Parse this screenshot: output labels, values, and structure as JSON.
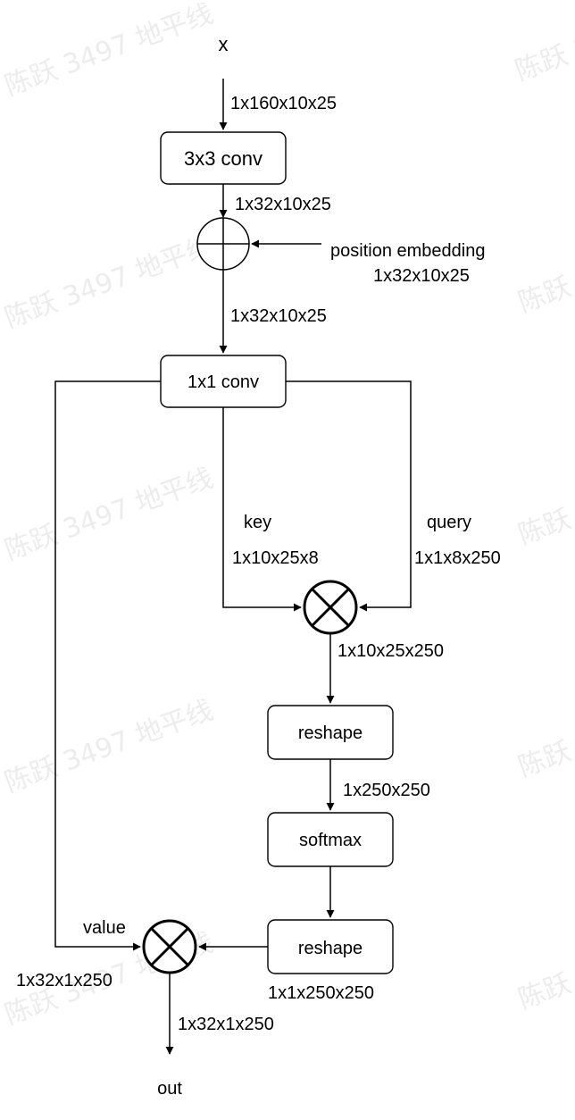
{
  "colors": {
    "stroke": "#000000",
    "background": "#ffffff"
  },
  "watermark": {
    "text": "陈跃 3497 地平线"
  },
  "nodes": {
    "input": "x",
    "conv3x3": "3x3 conv",
    "conv1x1": "1x1 conv",
    "reshape1": "reshape",
    "softmax": "softmax",
    "reshape2": "reshape",
    "output": "out"
  },
  "operators": {
    "add": "add-operator",
    "matmul1": "multiply-operator",
    "matmul2": "multiply-operator"
  },
  "labels": {
    "x_shape": "1x160x10x25",
    "conv3_out": "1x32x10x25",
    "pos_emb": "position embedding",
    "pos_emb_shape": "1x32x10x25",
    "add_out": "1x32x10x25",
    "key": "key",
    "key_shape": "1x10x25x8",
    "query": "query",
    "query_shape": "1x1x8x250",
    "mul1_out": "1x10x25x250",
    "reshape1_out": "1x250x250",
    "reshape2_out": "1x1x250x250",
    "value": "value",
    "value_shape": "1x32x1x250",
    "out_shape": "1x32x1x250"
  }
}
